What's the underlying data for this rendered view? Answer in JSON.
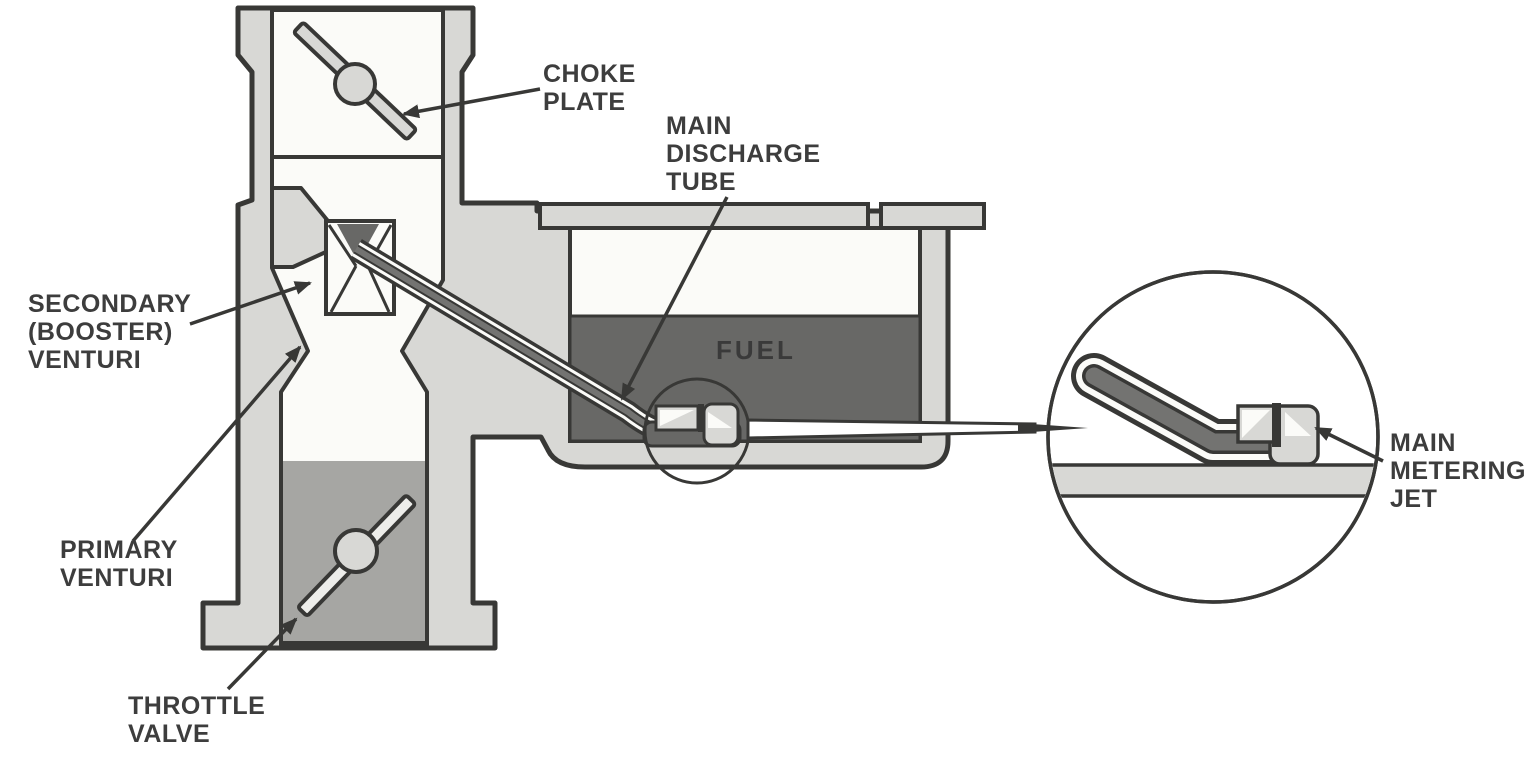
{
  "labels": {
    "choke_plate": {
      "line1": "CHOKE",
      "line2": "PLATE"
    },
    "main_discharge_tube": {
      "line1": "MAIN",
      "line2": "DISCHARGE",
      "line3": "TUBE"
    },
    "secondary_venturi": {
      "line1": "SECONDARY",
      "line2": "(BOOSTER)",
      "line3": "VENTURI"
    },
    "primary_venturi": {
      "line1": "PRIMARY",
      "line2": "VENTURI"
    },
    "throttle_valve": {
      "line1": "THROTTLE",
      "line2": "VALVE"
    },
    "fuel": {
      "line1": "FUEL"
    },
    "main_metering_jet": {
      "line1": "MAIN",
      "line2": "METERING",
      "line3": "JET"
    }
  },
  "colors": {
    "background": "#ffffff",
    "outline": "#383836",
    "body": "#d8d8d5",
    "passage": "#fbfbf8",
    "bore": "#a6a6a3",
    "fuel": "#686866",
    "tube_core": "#737371",
    "plate": "#ededea",
    "label_text": "#3d3d3d",
    "fuel_text": "#3a3a3a"
  }
}
